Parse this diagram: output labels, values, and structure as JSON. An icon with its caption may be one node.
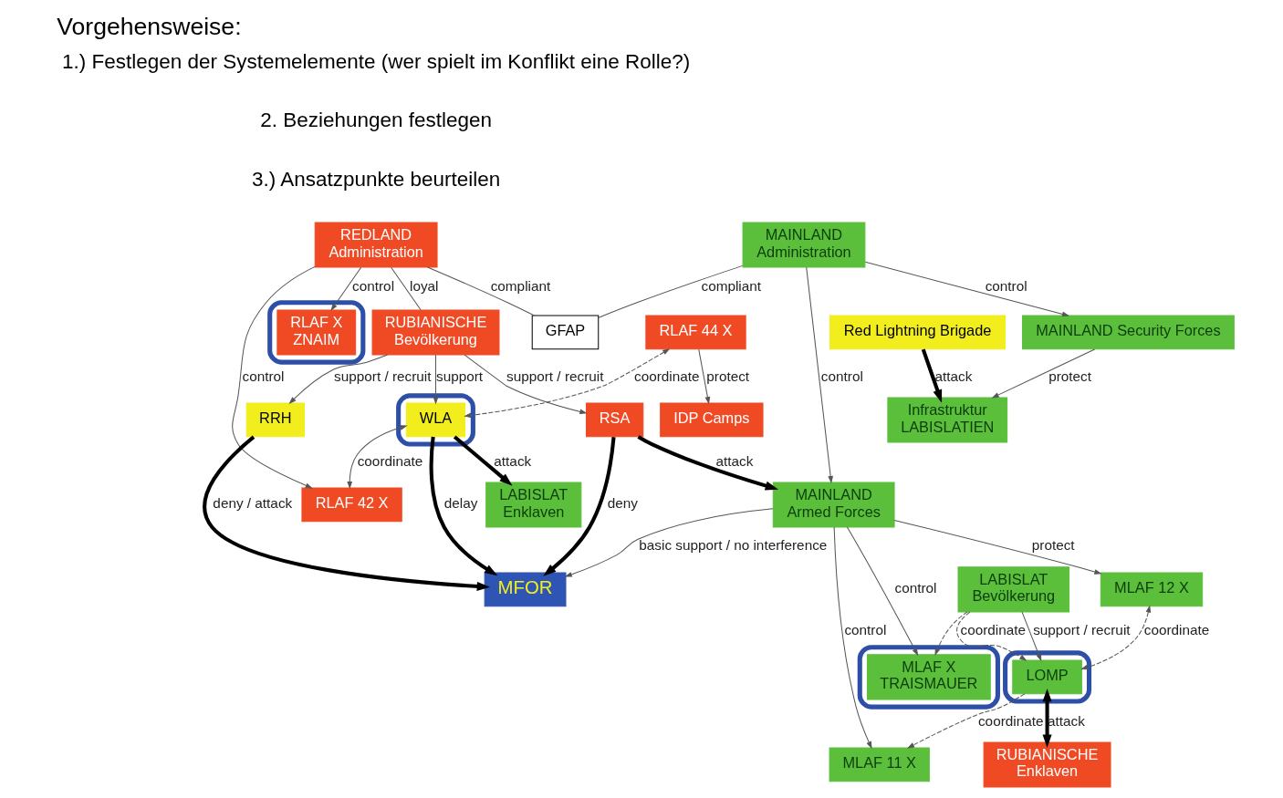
{
  "diagram": {
    "title": "Vorgehensweise:",
    "labels": [
      "1.) Festlegen der Systemelemente (wer spielt im Konflikt eine Rolle?)",
      "2. Beziehungen festlegen",
      "3.) Ansatzpunkte beurteilen"
    ],
    "nodes": [
      {
        "text": [
          "REDLAND",
          "Administration"
        ]
      },
      {
        "text": [],
        "shape": "ellipse"
      },
      {
        "text": [
          "RLAF X",
          "ZNAIM"
        ],
        "in": 1
      },
      {
        "text": [
          "GFAP"
        ]
      },
      {
        "text": [
          "MAINLAND",
          "Armed Forces"
        ]
      },
      {
        "text": [
          "MAINLAND",
          "Administration"
        ]
      },
      {
        "text": [
          "RLAF 42 X"
        ]
      },
      {
        "text": [
          "RUBIANISCHE",
          "Bevölkerung"
        ]
      },
      {
        "text": [],
        "shape": "ellipse"
      },
      {
        "text": [
          "MLAF X",
          "TRAISMAUER"
        ],
        "in": 8
      },
      {
        "text": [
          "RSA"
        ]
      },
      {
        "text": [
          "RLAF 44 X"
        ]
      },
      {
        "text": [
          "LABISLAT",
          "Bevölkerung"
        ]
      },
      {
        "text": [
          "MLAF 12 X"
        ]
      },
      {
        "text": [
          "MAINLAND Security Forces"
        ]
      },
      {
        "text": [
          "IDP Camps"
        ]
      },
      {
        "text": [],
        "shape": "ellipse"
      },
      {
        "text": [
          "WLA"
        ],
        "in": 16
      },
      {
        "text": [
          "MLAF 11 X"
        ]
      },
      {
        "text": [
          "MFOR"
        ]
      },
      {
        "text": [],
        "shape": "ellipse"
      },
      {
        "text": [
          "LOMP"
        ],
        "in": 20
      },
      {
        "text": [
          "RUBIANISCHE",
          "Enklaven"
        ]
      },
      {
        "text": [
          "LABISLAT",
          "Enklaven"
        ]
      },
      {
        "text": [
          "RRH"
        ]
      },
      {
        "text": [
          "Infrastruktur",
          "LABISLATIEN"
        ]
      },
      {
        "text": [
          "Red Lightning Brigade"
        ]
      }
    ],
    "edges": [
      {
        "from": 0,
        "to": 2,
        "arrow": "to",
        "label": "control"
      },
      {
        "from": 0,
        "to": 3,
        "arrow": "none",
        "label": "compliant"
      },
      {
        "from": 5,
        "to": 3,
        "arrow": "none",
        "label": "compliant"
      },
      {
        "from": 0,
        "to": 6,
        "arrow": "to",
        "label": "control"
      },
      {
        "from": 0,
        "to": 7,
        "arrow": "none",
        "label": "loyal"
      },
      {
        "from": 17,
        "to": 6,
        "arrow": "both",
        "label": "coordinate"
      },
      {
        "from": 7,
        "to": 10,
        "arrow": "to",
        "label": "support / recruit"
      },
      {
        "from": 7,
        "to": 17,
        "arrow": "to",
        "label": "support"
      },
      {
        "from": 7,
        "to": 24,
        "arrow": "to",
        "label": "support / recruit"
      },
      {
        "from": 11,
        "to": 17,
        "arrow": "both",
        "label": "coordinate",
        "style": "dashed"
      },
      {
        "from": 11,
        "to": 15,
        "arrow": "to",
        "label": "protect"
      },
      {
        "from": 10,
        "to": 4,
        "arrow": "to",
        "label": "attack",
        "style": "thick",
        "color": "#000000"
      },
      {
        "from": 10,
        "to": 19,
        "arrow": "to",
        "label": "deny",
        "style": "thick",
        "color": "#000000"
      },
      {
        "from": 4,
        "to": 19,
        "arrow": "to",
        "label": "basic support / no interference"
      },
      {
        "from": 5,
        "to": 4,
        "arrow": "to",
        "label": "control"
      },
      {
        "from": 4,
        "to": 9,
        "arrow": "to",
        "label": "control"
      },
      {
        "from": 5,
        "to": 14,
        "arrow": "to",
        "label": "control"
      },
      {
        "from": 4,
        "to": 13,
        "arrow": "to",
        "label": "protect"
      },
      {
        "from": 4,
        "to": 18,
        "arrow": "to",
        "label": "control"
      },
      {
        "from": 13,
        "to": 21,
        "arrow": "both",
        "label": "coordinate",
        "style": "dashed"
      },
      {
        "from": 12,
        "to": 9,
        "arrow": "to",
        "style": "dashed"
      },
      {
        "from": 12,
        "to": 21,
        "arrow": "to",
        "label": "coordinate",
        "style": "dashed"
      },
      {
        "from": 12,
        "to": 21,
        "arrow": "to",
        "label": "support / recruit"
      },
      {
        "from": 21,
        "to": 18,
        "arrow": "to",
        "label": "coordinate",
        "style": "dashed"
      },
      {
        "from": 14,
        "to": 25,
        "arrow": "to",
        "label": "protect"
      },
      {
        "from": 21,
        "to": 22,
        "arrow": "both",
        "label": "attack",
        "style": "thick",
        "color": "#000000"
      },
      {
        "from": 17,
        "to": 19,
        "arrow": "to",
        "label": "delay",
        "style": "thick",
        "color": "#000000"
      },
      {
        "from": 17,
        "to": 23,
        "arrow": "to",
        "label": "attack",
        "style": "thick",
        "color": "#000000"
      },
      {
        "from": 24,
        "to": 19,
        "arrow": "to",
        "label": "deny / attack",
        "style": "thick",
        "color": "#000000"
      },
      {
        "from": 26,
        "to": 25,
        "arrow": "to",
        "label": "attack",
        "style": "thick",
        "color": "#000000"
      }
    ]
  }
}
